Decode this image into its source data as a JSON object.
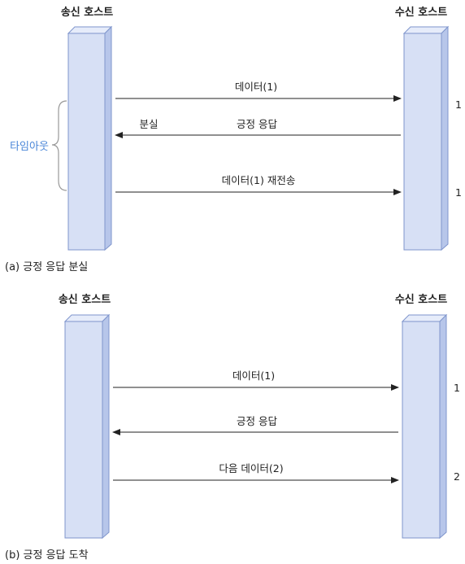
{
  "diagram_a": {
    "sender_label": "송신 호스트",
    "receiver_label": "수신 호스트",
    "messages": [
      {
        "label": "데이터(1)",
        "direction": "right",
        "seq": "1"
      },
      {
        "label": "긍정 응답",
        "direction": "left",
        "lost_label": "분실"
      },
      {
        "label": "데이터(1) 재전송",
        "direction": "right",
        "seq": "1"
      }
    ],
    "timeout_label": "타임아웃",
    "caption": "(a) 긍정 응답 분실"
  },
  "diagram_b": {
    "sender_label": "송신 호스트",
    "receiver_label": "수신 호스트",
    "messages": [
      {
        "label": "데이터(1)",
        "direction": "right",
        "seq": "1"
      },
      {
        "label": "긍정 응답",
        "direction": "left"
      },
      {
        "label": "다음 데이터(2)",
        "direction": "right",
        "seq": "2"
      }
    ],
    "caption": "(b) 긍정 응답 도착"
  },
  "colors": {
    "bar_front": "#d7e0f5",
    "bar_side": "#b7c6ea",
    "bar_top": "#e6ecfa",
    "bar_stroke": "#7f95cc",
    "timeout": "#4a86d8",
    "arrow": "#222222"
  }
}
